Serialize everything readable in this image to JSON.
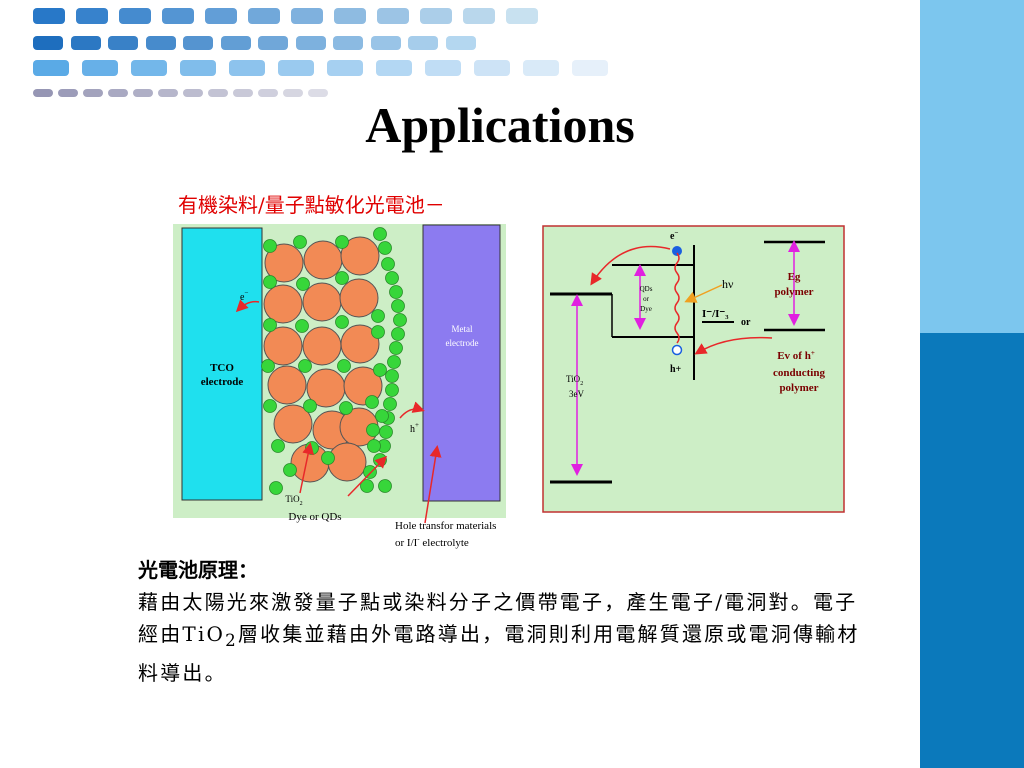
{
  "slide": {
    "title": "Applications",
    "subtitle": "有機染料/量子點敏化光電池－",
    "body_heading": "光電池原理：",
    "body_part1": "藉由太陽光來激發量子點或染料分子之價帶電子，產生電子/電洞對。電子經由TiO",
    "body_sub": "2",
    "body_part2": "層收集並藉由外電路導出，電洞則利用電解質還原或電洞傳輸材料導出。"
  },
  "left_diagram": {
    "tco_label_1": "TCO",
    "tco_label_2": "electrode",
    "electron_label": "e",
    "electron_sup": "−",
    "metal_label_1": "Metal",
    "metal_label_2": "electrode",
    "hole_label": "h",
    "hole_sup": "+",
    "tio2_label": "TiO",
    "tio2_sub": "2",
    "dye_label": "Dye or QDs",
    "hole_transfer_label_1": "Hole transfor materials",
    "hole_transfer_label_2a": "or I/I",
    "hole_transfer_label_2sup": "-",
    "hole_transfer_label_2b": " electrolyte"
  },
  "right_diagram": {
    "electron_label": "e",
    "electron_sup": "−",
    "qds_label_1": "QDs",
    "qds_label_2": "or",
    "qds_label_3": "Dye",
    "photon_label": "hν",
    "redox_label": "I⁻/I⁻₃",
    "or_label": "or",
    "eg_label_1": "Eg",
    "eg_label_2": "polymer",
    "ev_label_1": "Ev of  h",
    "ev_sup": "+",
    "ev_label_2": "conducting",
    "ev_label_3": "polymer",
    "hole_label": "h+",
    "tio2_label": "TiO",
    "tio2_sub": "2",
    "tio2_ev": "3eV"
  },
  "colors": {
    "accent_light": "#7cc6ee",
    "accent_dark": "#0b79bb",
    "subtitle": "#e00000",
    "panel_bg": "#cdeec6",
    "tco": "#1fe0ee",
    "metal": "#8c7bf0",
    "particle": "#f28a55",
    "dye": "#37d63a",
    "arrow": "#e8282a",
    "magenta": "#e020e0"
  }
}
